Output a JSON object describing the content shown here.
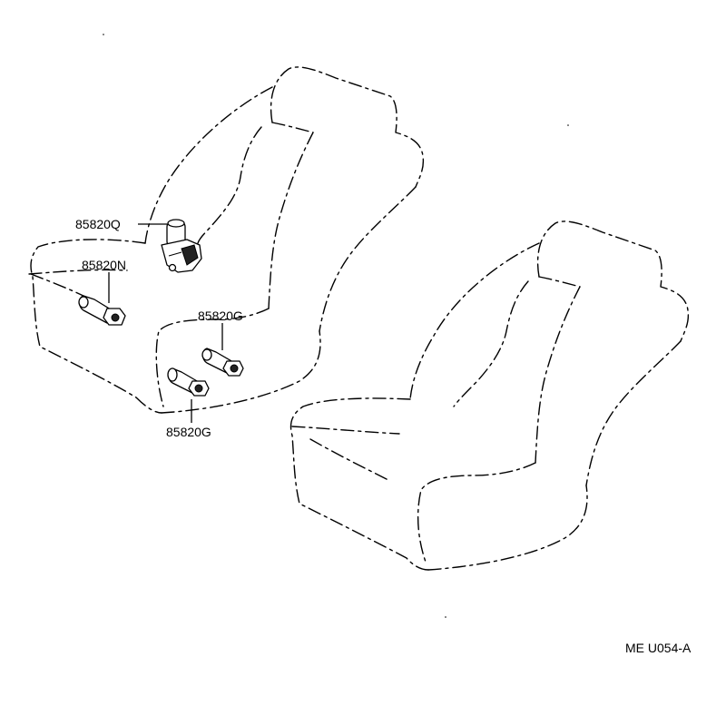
{
  "parts": {
    "motor_q": {
      "number": "85820Q"
    },
    "motor_n": {
      "number": "85820N"
    },
    "motor_g_upper": {
      "number": "85820G"
    },
    "motor_g_lower": {
      "number": "85820G"
    }
  },
  "figure_code": "ME U054-A"
}
